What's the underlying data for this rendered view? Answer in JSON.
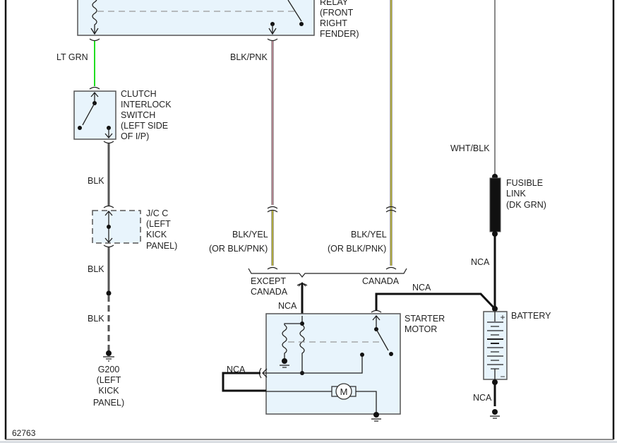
{
  "diagram": {
    "figure_number": "62763",
    "components": {
      "relay": {
        "label_lines": [
          "RELAY",
          "(FRONT",
          "RIGHT",
          "FENDER)"
        ]
      },
      "clutch_switch": {
        "label_lines": [
          "CLUTCH",
          "INTERLOCK",
          "SWITCH",
          "(LEFT SIDE",
          "OF I/P)"
        ]
      },
      "junction_block": {
        "label_lines": [
          "J/C C",
          "(LEFT",
          "KICK",
          "PANEL)"
        ]
      },
      "ground_g200": {
        "label_lines": [
          "G200",
          "(LEFT",
          "KICK",
          "PANEL)"
        ]
      },
      "starter_motor": {
        "label_lines": [
          "STARTER",
          "MOTOR"
        ],
        "motor_symbol": "M"
      },
      "fusible_link": {
        "label_lines": [
          "FUSIBLE",
          "LINK",
          "(DK GRN)"
        ]
      },
      "battery": {
        "label": "BATTERY",
        "plus": "+",
        "minus": "−"
      }
    },
    "wires": {
      "lt_grn": {
        "label": "LT GRN",
        "color": "#22dd22"
      },
      "blk_pnk": {
        "label": "BLK/PNK",
        "color": "#e8a0b0"
      },
      "blk_1": {
        "label": "BLK",
        "color": "#555555"
      },
      "blk_2": {
        "label": "BLK",
        "color": "#555555"
      },
      "blk_3": {
        "label": "BLK",
        "color": "#555555"
      },
      "blk_yel_left": {
        "label": "BLK/YEL",
        "alt": "(OR BLK/PNK)",
        "color": "#e8e030"
      },
      "blk_yel_right": {
        "label": "BLK/YEL",
        "alt": "(OR BLK/PNK)",
        "color": "#e8e030"
      },
      "wht_blk": {
        "label": "WHT/BLK",
        "color": "#cccccc"
      },
      "nca_starter_top": {
        "label": "NCA"
      },
      "nca_battery_link": {
        "label": "NCA"
      },
      "nca_fusible_battery": {
        "label": "NCA"
      },
      "nca_starter_loop": {
        "label": "NCA"
      },
      "nca_battery_ground": {
        "label": "NCA"
      }
    },
    "options": {
      "except_canada": [
        "EXCEPT",
        "CANADA"
      ],
      "canada": "CANADA"
    }
  }
}
